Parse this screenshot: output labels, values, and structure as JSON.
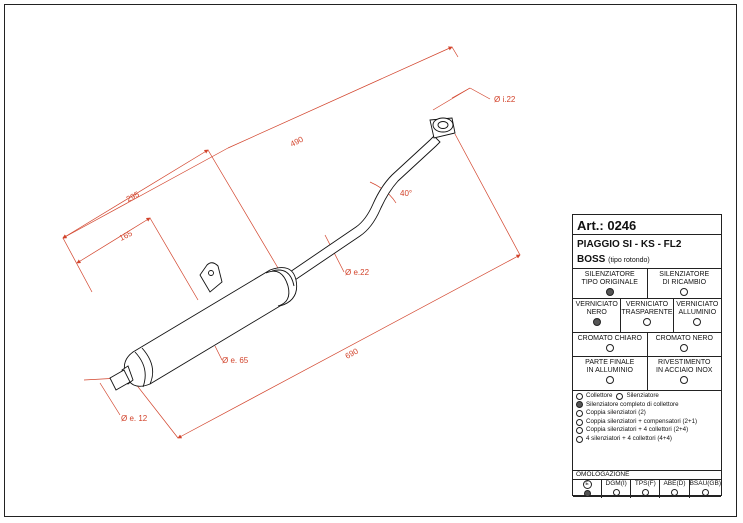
{
  "dimensions": {
    "d490": "490",
    "d295": "295",
    "d165": "165",
    "d690": "690",
    "d40": "40°",
    "dia22i": "Ø i.22",
    "dia22e": "Ø e.22",
    "dia65": "Ø e. 65",
    "dia12": "Ø e. 12"
  },
  "title_block": {
    "art_label": "Art.:",
    "art_number": "0246",
    "model": "PIAGGIO SI - KS - FL2",
    "series": "BOSS",
    "series_note": "(tipo rotondo)",
    "row1": [
      {
        "label1": "SILENZIATORE",
        "label2": "TIPO ORIGINALE",
        "selected": true
      },
      {
        "label1": "SILENZIATORE",
        "label2": "DI RICAMBIO",
        "selected": false
      }
    ],
    "row2": [
      {
        "label1": "VERNICIATO",
        "label2": "NERO",
        "selected": true
      },
      {
        "label1": "VERNICIATO",
        "label2": "TRASPARENTE",
        "selected": false
      },
      {
        "label1": "VERNICIATO",
        "label2": "ALLUMINIO",
        "selected": false
      }
    ],
    "row3": [
      {
        "label1": "CROMATO CHIARO",
        "selected": false
      },
      {
        "label1": "CROMATO NERO",
        "selected": false
      }
    ],
    "row4": [
      {
        "label1": "PARTE FINALE",
        "label2": "IN ALLUMINIO",
        "selected": false
      },
      {
        "label1": "RIVESTIMENTO",
        "label2": "IN ACCIAIO INOX",
        "selected": false
      }
    ],
    "options": [
      {
        "label": "Collettore",
        "selected": false,
        "label_b": "Silenziatore",
        "selected_b": false
      },
      {
        "label": "Silenziatore completo di collettore",
        "selected": true
      },
      {
        "label": "Coppia silenziatori (2)",
        "selected": false
      },
      {
        "label": "Coppia silenziatori + compensatori (2+1)",
        "selected": false
      },
      {
        "label": "Coppia silenziatori + 4 collettori (2+4)",
        "selected": false
      },
      {
        "label": "4 silenziatori + 4 collettori (4+4)",
        "selected": false
      }
    ],
    "omologazione": "OMOLOGAZIONE",
    "homologations": [
      {
        "label": "E",
        "selected": true
      },
      {
        "label": "DGM(I)",
        "selected": false
      },
      {
        "label": "TPS(F)",
        "selected": false
      },
      {
        "label": "ABE(D)",
        "selected": false
      },
      {
        "label": "BSAU(GB)",
        "selected": false
      }
    ]
  }
}
